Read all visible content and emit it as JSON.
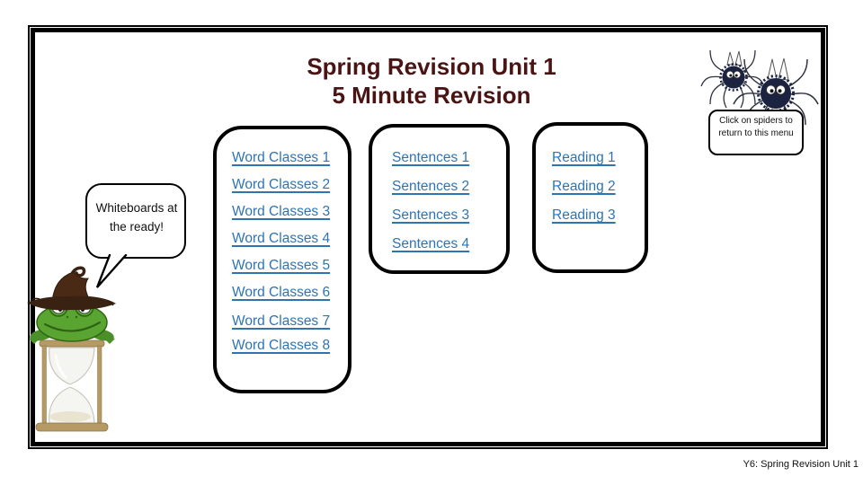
{
  "slide": {
    "title_line1": "Spring Revision Unit 1",
    "title_line2": "5 Minute Revision",
    "title_color": "#4a1414",
    "link_color": "#2E74B5",
    "frame_color": "#000000"
  },
  "menus": [
    {
      "id": "word-classes",
      "links": [
        "Word Classes 1",
        "Word Classes 2",
        "Word Classes 3",
        "Word Classes 4",
        "Word Classes 5",
        "Word Classes 6",
        "Word Classes 7",
        "Word Classes 8"
      ]
    },
    {
      "id": "sentences",
      "links": [
        "Sentences 1",
        "Sentences 2",
        "Sentences 3",
        "Sentences 4"
      ]
    },
    {
      "id": "reading",
      "links": [
        "Reading 1",
        "Reading 2",
        "Reading 3"
      ]
    }
  ],
  "speech_bubble": {
    "text": "Whiteboards at the ready!"
  },
  "spider_note": {
    "text": "Click on spiders to return to this menu"
  },
  "footer": {
    "text": "Y6: Spring Revision Unit 1"
  },
  "illustrations": {
    "spiders_icon": "two-cartoon-spiders",
    "spider_body_color": "#1c2340",
    "frog_icon": "frog-with-witch-hat",
    "frog_color": "#5aa432",
    "hourglass_icon": "hourglass-timer",
    "hourglass_frame_color": "#b59b63"
  }
}
